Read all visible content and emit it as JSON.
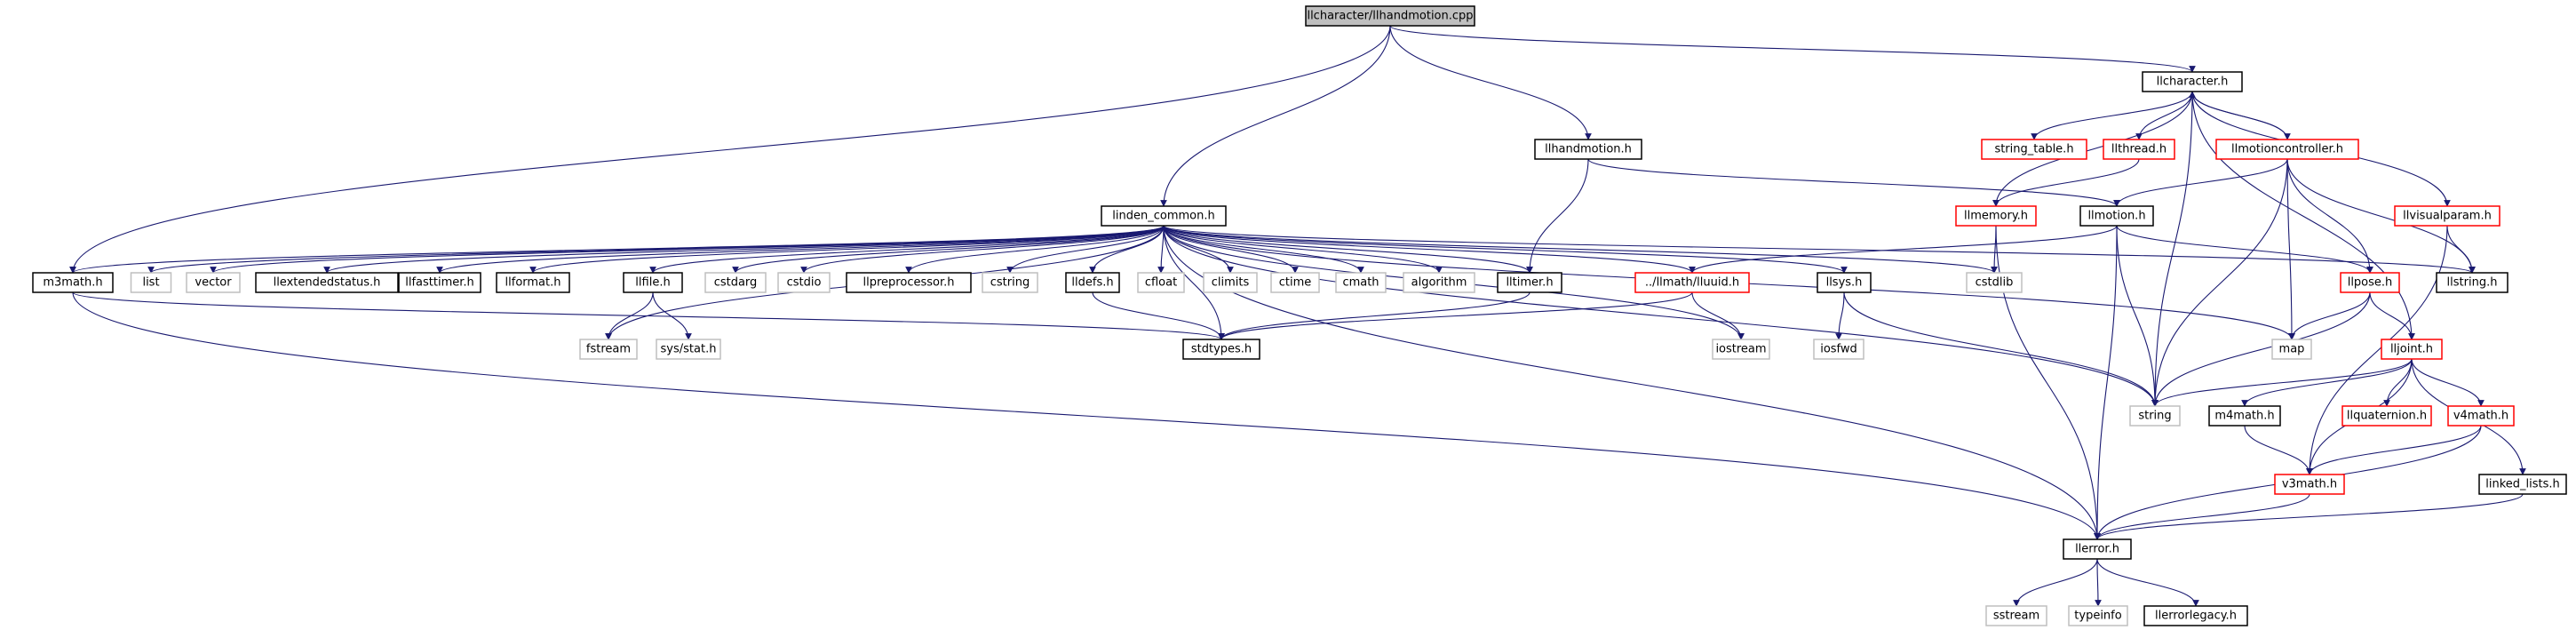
{
  "graph": {
    "colors": {
      "edge": "#191970",
      "root_fill": "#bfbfbf",
      "root_border": "#000000",
      "documented_border": "#000000",
      "truncated_border": "#ff0000",
      "undocumented_border": "#bfbfbf",
      "node_fill": "#ffffff"
    },
    "nodes": [
      {
        "id": "root",
        "label": "llcharacter/llhandmotion.cpp",
        "kind": "root"
      },
      {
        "id": "llcharacter",
        "label": "llcharacter.h",
        "kind": "doc"
      },
      {
        "id": "llhandmotion",
        "label": "llhandmotion.h",
        "kind": "doc"
      },
      {
        "id": "linden_common",
        "label": "linden_common.h",
        "kind": "doc"
      },
      {
        "id": "string_table",
        "label": "string_table.h",
        "kind": "trunc"
      },
      {
        "id": "llthread",
        "label": "llthread.h",
        "kind": "trunc"
      },
      {
        "id": "llmotioncontroller",
        "label": "llmotioncontroller.h",
        "kind": "trunc"
      },
      {
        "id": "llmemory",
        "label": "llmemory.h",
        "kind": "trunc"
      },
      {
        "id": "llmotion",
        "label": "llmotion.h",
        "kind": "doc"
      },
      {
        "id": "llvisualparam",
        "label": "llvisualparam.h",
        "kind": "trunc"
      },
      {
        "id": "m3math",
        "label": "m3math.h",
        "kind": "doc"
      },
      {
        "id": "list",
        "label": "list",
        "kind": "undoc"
      },
      {
        "id": "vector",
        "label": "vector",
        "kind": "undoc"
      },
      {
        "id": "llextendedstatus",
        "label": "llextendedstatus.h",
        "kind": "doc"
      },
      {
        "id": "llfasttimer",
        "label": "llfasttimer.h",
        "kind": "doc"
      },
      {
        "id": "llformat",
        "label": "llformat.h",
        "kind": "doc"
      },
      {
        "id": "llfile",
        "label": "llfile.h",
        "kind": "doc"
      },
      {
        "id": "cstdarg",
        "label": "cstdarg",
        "kind": "undoc"
      },
      {
        "id": "cstdio",
        "label": "cstdio",
        "kind": "undoc"
      },
      {
        "id": "llpreprocessor",
        "label": "llpreprocessor.h",
        "kind": "doc"
      },
      {
        "id": "cstring",
        "label": "cstring",
        "kind": "undoc"
      },
      {
        "id": "lldefs",
        "label": "lldefs.h",
        "kind": "doc"
      },
      {
        "id": "cfloat",
        "label": "cfloat",
        "kind": "undoc"
      },
      {
        "id": "climits",
        "label": "climits",
        "kind": "undoc"
      },
      {
        "id": "ctime",
        "label": "ctime",
        "kind": "undoc"
      },
      {
        "id": "cmath",
        "label": "cmath",
        "kind": "undoc"
      },
      {
        "id": "algorithm",
        "label": "algorithm",
        "kind": "undoc"
      },
      {
        "id": "lltimer",
        "label": "lltimer.h",
        "kind": "doc"
      },
      {
        "id": "lluuid",
        "label": "../llmath/lluuid.h",
        "kind": "trunc"
      },
      {
        "id": "llsys",
        "label": "llsys.h",
        "kind": "doc"
      },
      {
        "id": "cstdlib",
        "label": "cstdlib",
        "kind": "undoc"
      },
      {
        "id": "llpose",
        "label": "llpose.h",
        "kind": "trunc"
      },
      {
        "id": "llstring",
        "label": "llstring.h",
        "kind": "doc"
      },
      {
        "id": "fstream",
        "label": "fstream",
        "kind": "undoc"
      },
      {
        "id": "sysstat",
        "label": "sys/stat.h",
        "kind": "undoc"
      },
      {
        "id": "stdtypes",
        "label": "stdtypes.h",
        "kind": "doc"
      },
      {
        "id": "iostream",
        "label": "iostream",
        "kind": "undoc"
      },
      {
        "id": "iosfwd",
        "label": "iosfwd",
        "kind": "undoc"
      },
      {
        "id": "map",
        "label": "map",
        "kind": "undoc"
      },
      {
        "id": "lljoint",
        "label": "lljoint.h",
        "kind": "trunc"
      },
      {
        "id": "string",
        "label": "string",
        "kind": "undoc"
      },
      {
        "id": "m4math",
        "label": "m4math.h",
        "kind": "doc"
      },
      {
        "id": "llquaternion",
        "label": "llquaternion.h",
        "kind": "trunc"
      },
      {
        "id": "v4math",
        "label": "v4math.h",
        "kind": "trunc"
      },
      {
        "id": "v3math",
        "label": "v3math.h",
        "kind": "trunc"
      },
      {
        "id": "linked_lists",
        "label": "linked_lists.h",
        "kind": "doc"
      },
      {
        "id": "llerror",
        "label": "llerror.h",
        "kind": "doc"
      },
      {
        "id": "sstream",
        "label": "sstream",
        "kind": "undoc"
      },
      {
        "id": "typeinfo",
        "label": "typeinfo",
        "kind": "undoc"
      },
      {
        "id": "llerrorlegacy",
        "label": "llerrorlegacy.h",
        "kind": "doc"
      }
    ],
    "edges": [
      [
        "root",
        "llcharacter"
      ],
      [
        "root",
        "llhandmotion"
      ],
      [
        "root",
        "linden_common"
      ],
      [
        "root",
        "m3math"
      ],
      [
        "llcharacter",
        "string_table"
      ],
      [
        "llcharacter",
        "llthread"
      ],
      [
        "llcharacter",
        "llmotioncontroller"
      ],
      [
        "llcharacter",
        "llmemory"
      ],
      [
        "llcharacter",
        "llvisualparam"
      ],
      [
        "llcharacter",
        "string"
      ],
      [
        "llcharacter",
        "lljoint"
      ],
      [
        "llhandmotion",
        "llmotion"
      ],
      [
        "llhandmotion",
        "lltimer"
      ],
      [
        "linden_common",
        "m3math"
      ],
      [
        "linden_common",
        "list"
      ],
      [
        "linden_common",
        "vector"
      ],
      [
        "linden_common",
        "llextendedstatus"
      ],
      [
        "linden_common",
        "llfasttimer"
      ],
      [
        "linden_common",
        "llformat"
      ],
      [
        "linden_common",
        "llfile"
      ],
      [
        "linden_common",
        "cstdarg"
      ],
      [
        "linden_common",
        "cstdio"
      ],
      [
        "linden_common",
        "llpreprocessor"
      ],
      [
        "linden_common",
        "cstring"
      ],
      [
        "linden_common",
        "lldefs"
      ],
      [
        "linden_common",
        "cfloat"
      ],
      [
        "linden_common",
        "climits"
      ],
      [
        "linden_common",
        "ctime"
      ],
      [
        "linden_common",
        "cmath"
      ],
      [
        "linden_common",
        "algorithm"
      ],
      [
        "linden_common",
        "lltimer"
      ],
      [
        "linden_common",
        "lluuid"
      ],
      [
        "linden_common",
        "llsys"
      ],
      [
        "linden_common",
        "cstdlib"
      ],
      [
        "linden_common",
        "llstring"
      ],
      [
        "linden_common",
        "fstream"
      ],
      [
        "linden_common",
        "stdtypes"
      ],
      [
        "linden_common",
        "iostream"
      ],
      [
        "linden_common",
        "map"
      ],
      [
        "linden_common",
        "string"
      ],
      [
        "linden_common",
        "llerror"
      ],
      [
        "llthread",
        "llmemory"
      ],
      [
        "llmotioncontroller",
        "llcharacter"
      ],
      [
        "llmotioncontroller",
        "llmotion"
      ],
      [
        "llmotioncontroller",
        "llpose"
      ],
      [
        "llmotioncontroller",
        "llstring"
      ],
      [
        "llmotioncontroller",
        "map"
      ],
      [
        "llmotioncontroller",
        "string"
      ],
      [
        "llmemory",
        "cstdlib"
      ],
      [
        "llmemory",
        "llerror"
      ],
      [
        "llmotion",
        "lluuid"
      ],
      [
        "llmotion",
        "llpose"
      ],
      [
        "llmotion",
        "string"
      ],
      [
        "llmotion",
        "llerror"
      ],
      [
        "llvisualparam",
        "llstring"
      ],
      [
        "llvisualparam",
        "v3math"
      ],
      [
        "m3math",
        "llerror"
      ],
      [
        "m3math",
        "stdtypes"
      ],
      [
        "llfile",
        "fstream"
      ],
      [
        "llfile",
        "sysstat"
      ],
      [
        "lldefs",
        "stdtypes"
      ],
      [
        "lltimer",
        "stdtypes"
      ],
      [
        "lluuid",
        "stdtypes"
      ],
      [
        "lluuid",
        "iostream"
      ],
      [
        "llsys",
        "iosfwd"
      ],
      [
        "llsys",
        "string"
      ],
      [
        "llpose",
        "map"
      ],
      [
        "llpose",
        "lljoint"
      ],
      [
        "llpose",
        "string"
      ],
      [
        "lljoint",
        "string"
      ],
      [
        "lljoint",
        "m4math"
      ],
      [
        "lljoint",
        "llquaternion"
      ],
      [
        "lljoint",
        "v4math"
      ],
      [
        "lljoint",
        "v3math"
      ],
      [
        "lljoint",
        "linked_lists"
      ],
      [
        "m4math",
        "v3math"
      ],
      [
        "v4math",
        "v3math"
      ],
      [
        "v4math",
        "llerror"
      ],
      [
        "v3math",
        "llerror"
      ],
      [
        "linked_lists",
        "llerror"
      ],
      [
        "llerror",
        "sstream"
      ],
      [
        "llerror",
        "typeinfo"
      ],
      [
        "llerror",
        "llerrorlegacy"
      ]
    ]
  }
}
